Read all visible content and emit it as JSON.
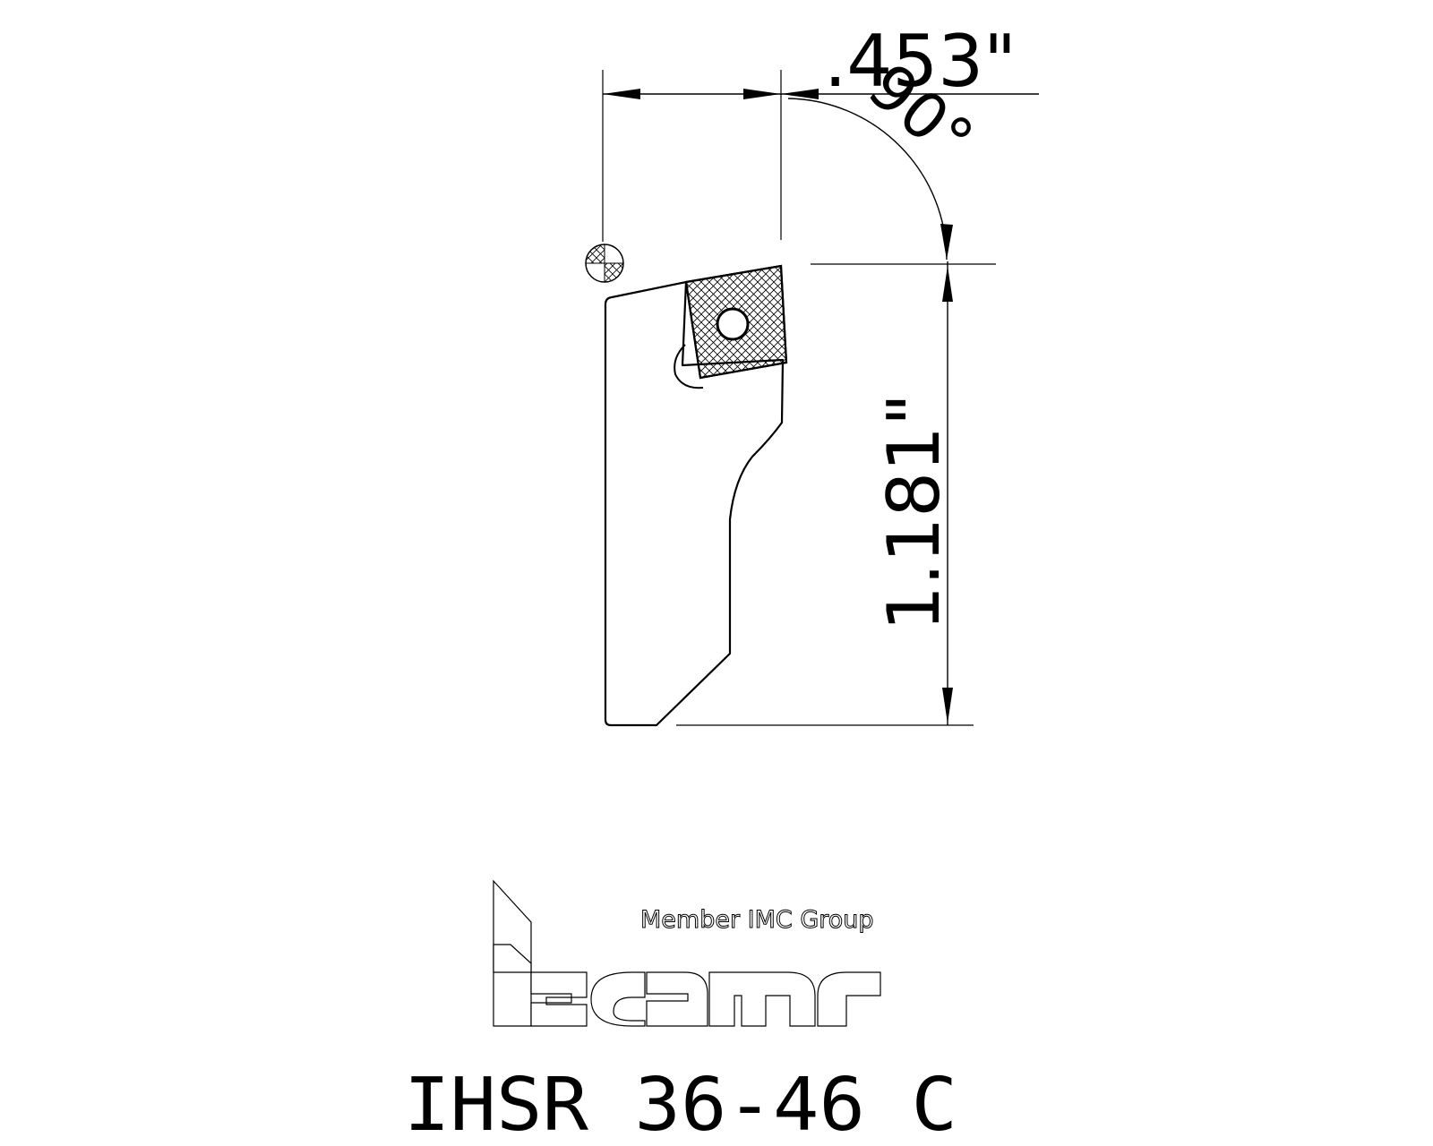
{
  "drawing": {
    "dimensions": {
      "width_value": ".453\"",
      "angle_value": "90°",
      "height_value": "1.181\""
    },
    "logo": {
      "brand": "iscar",
      "tagline": "Member IMC Group"
    },
    "part_number": "IHSR 36-46 C",
    "colors": {
      "line": "#000000",
      "background": "#ffffff"
    }
  }
}
